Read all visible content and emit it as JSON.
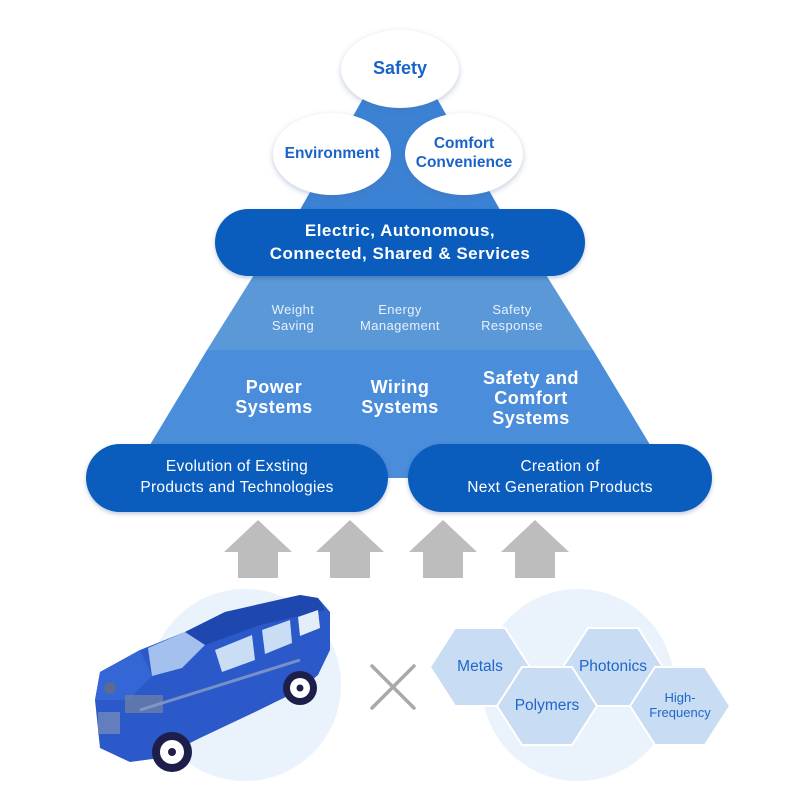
{
  "colors": {
    "pyramid_top": "#3b82d4",
    "pyramid_mid": "#5a98d8",
    "pyramid_base": "#4a8ddb",
    "pill": "#0a5cbd",
    "ellipse_text": "#1a63c9",
    "arrow": "#bdbdbd",
    "hex_fill": "#c8dcf3",
    "circle_bg": "#eaf2fb",
    "cross": "#a9a9a9"
  },
  "values": {
    "safety": "Safety",
    "environment": "Environment",
    "comfort_line1": "Comfort",
    "comfort_line2": "Convenience"
  },
  "mobility_trends": {
    "line1": "Electric, Autonomous,",
    "line2": "Connected, Shared & Services"
  },
  "themes": [
    {
      "line1": "Weight",
      "line2": "Saving"
    },
    {
      "line1": "Energy",
      "line2": "Management"
    },
    {
      "line1": "Safety",
      "line2": "Response"
    }
  ],
  "systems": [
    {
      "lines": [
        "Power",
        "Systems"
      ]
    },
    {
      "lines": [
        "Wiring",
        "Systems"
      ]
    },
    {
      "lines": [
        "Safety and",
        "Comfort",
        "Systems"
      ]
    }
  ],
  "foundations": [
    {
      "line1": "Evolution of Exsting",
      "line2": "Products and Technologies"
    },
    {
      "line1": "Creation of",
      "line2": "Next Generation Products"
    }
  ],
  "arrows": {
    "count": 4,
    "icon": "up-arrow-icon"
  },
  "operator": {
    "symbol": "×",
    "icon": "multiply-icon"
  },
  "car": {
    "icon": "car-cutaway-icon"
  },
  "technologies": [
    {
      "label": "Metals"
    },
    {
      "label": "Polymers"
    },
    {
      "label": "Photonics"
    },
    {
      "line1": "High-",
      "line2": "Frequency"
    }
  ]
}
